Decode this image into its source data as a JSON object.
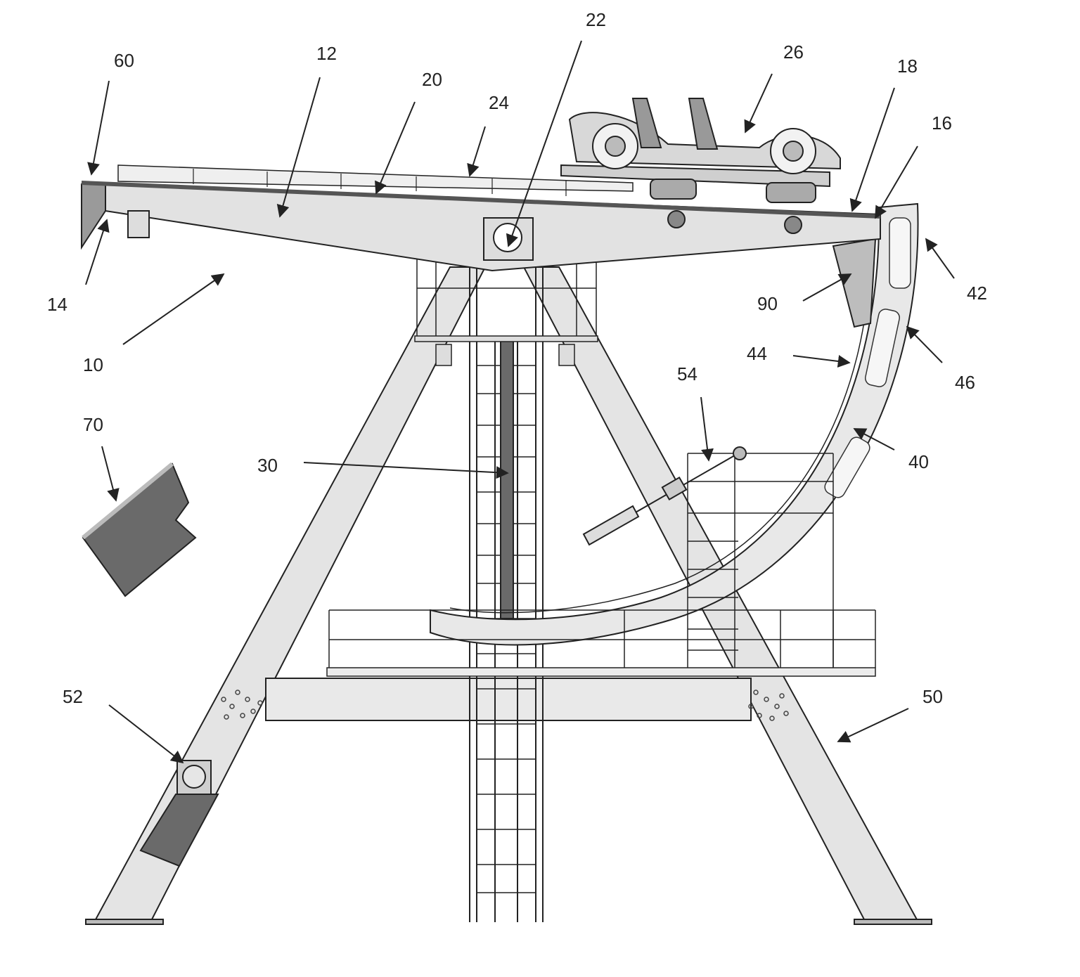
{
  "labels": {
    "l10": "10",
    "l12": "12",
    "l14": "14",
    "l16": "16",
    "l18": "18",
    "l20": "20",
    "l22": "22",
    "l24": "24",
    "l26": "26",
    "l30": "30",
    "l40": "40",
    "l42": "42",
    "l44": "44",
    "l46": "46",
    "l50": "50",
    "l52": "52",
    "l54": "54",
    "l60": "60",
    "l70": "70",
    "l90": "90"
  },
  "colors": {
    "line": "#222222",
    "light_fill": "#e4e4e4",
    "mid_fill": "#c9c9c9",
    "dark_fill": "#6a6a6a",
    "rail": "#555555"
  }
}
